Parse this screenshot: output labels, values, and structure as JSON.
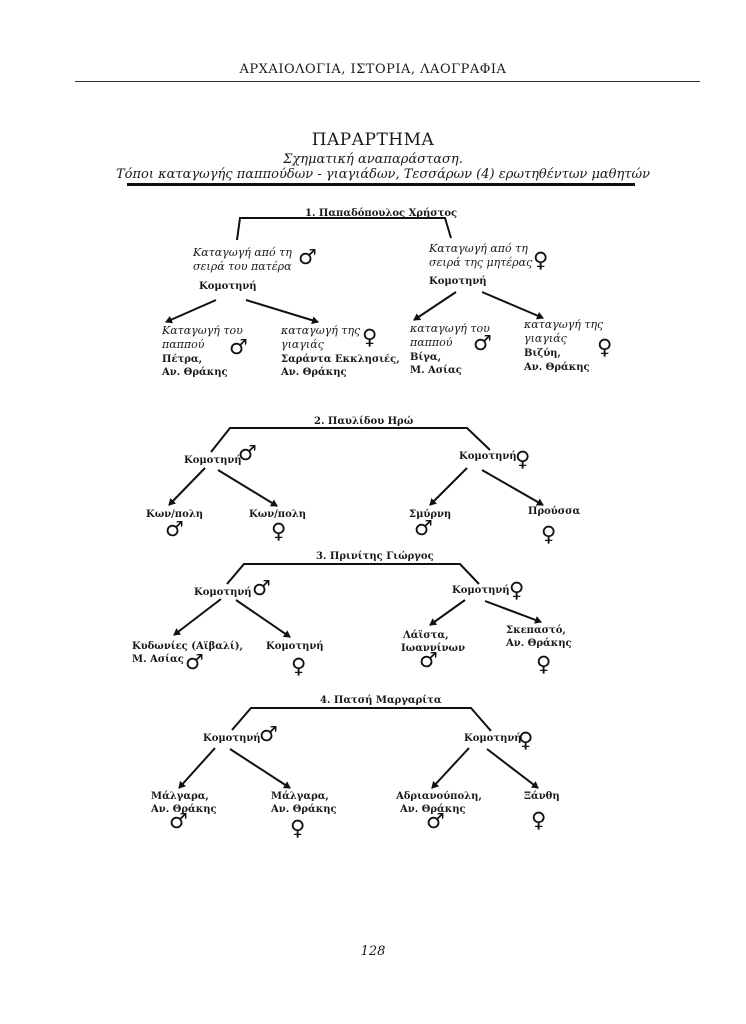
{
  "header": "ΑΡΧΑΙΟΛΟΓΙΑ, ΙΣΤΟΡΙΑ, ΛΑΟΓΡΑΦΙΑ",
  "title": "ΠΑΡΑΡΤΗΜΑ",
  "subtitle1": "Σχηματική αναπαράσταση.",
  "subtitle2": "Τόποι καταγωγής παππούδων - γιαγιάδων, Τεσσάρων (4) ερωτηθέντων μαθητών",
  "page_number": "128",
  "icons": {
    "male": "male-symbol-icon",
    "female": "female-symbol-icon",
    "male_glyph": "♂",
    "female_glyph": "♀"
  },
  "trees": [
    {
      "name": "1. Παπαδόπουλος Χρήστος",
      "left": {
        "label1": "Καταγωγή από τη",
        "label2": "σειρά του πατέρα",
        "place": "Κομοτηνή",
        "children": [
          {
            "l1": "Καταγωγή του",
            "l2": "παππού",
            "p1": "Πέτρα,",
            "p2": "Αν. Θράκης"
          },
          {
            "l1": "καταγωγή της",
            "l2": "γιαγιάς",
            "p1": "Σαράντα Εκκλησιές,",
            "p2": "Αν. Θράκης"
          }
        ]
      },
      "right": {
        "label1": "Καταγωγή από τη",
        "label2": "σειρά της μητέρας",
        "place": "Κομοτηνή",
        "children": [
          {
            "l1": "καταγωγή του",
            "l2": "παππού",
            "p1": "Βίγα,",
            "p2": "Μ. Ασίας"
          },
          {
            "l1": "καταγωγή της",
            "l2": "γιαγιάς",
            "p1": "Βιζύη,",
            "p2": "Αν. Θράκης"
          }
        ]
      }
    },
    {
      "name": "2. Παυλίδου Ηρώ",
      "left": {
        "place": "Κομοτηνή",
        "c1": "Κων/πολη",
        "c2": "Κων/πολη"
      },
      "right": {
        "place": "Κομοτηνή",
        "c1": "Σμύρνη",
        "c2": "Προύσσα"
      }
    },
    {
      "name": "3. Πρινίτης Γιώργος",
      "left": {
        "place": "Κομοτηνή",
        "c1a": "Κυδωνίες (Αϊβαλί),",
        "c1b": "Μ. Ασίας",
        "c2": "Κομοτηνή"
      },
      "right": {
        "place": "Κομοτηνή",
        "c1a": "Λάϊστα,",
        "c1b": "Ιωαννίνων",
        "c2a": "Σκεπαστό,",
        "c2b": "Αν. Θράκης"
      }
    },
    {
      "name": "4. Πατσή Μαργαρίτα",
      "left": {
        "place": "Κομοτηνή",
        "c1a": "Μάλγαρα,",
        "c1b": "Αν. Θράκης",
        "c2a": "Μάλγαρα,",
        "c2b": "Αν. Θράκης"
      },
      "right": {
        "place": "Κομοτηνή",
        "c1a": "Αδριανούπολη,",
        "c1b": "Αν. Θράκης",
        "c2": "Ξάνθη"
      }
    }
  ]
}
